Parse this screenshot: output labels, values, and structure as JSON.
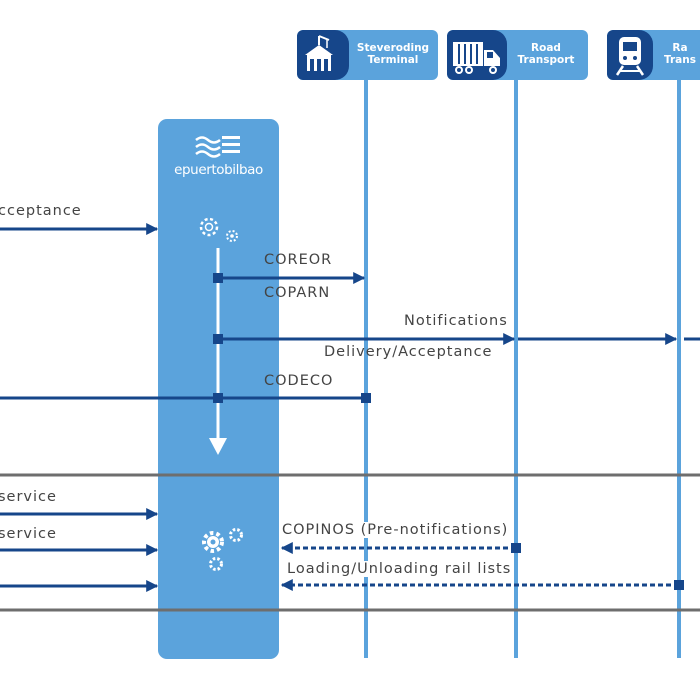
{
  "participants": [
    {
      "name": "Steveroding Terminal",
      "line1": "Steveroding",
      "line2": "Terminal",
      "icon": "terminal-building-icon"
    },
    {
      "name": "Road Transport",
      "line1": "Road",
      "line2": "Transport",
      "icon": "truck-icon"
    },
    {
      "name": "Rail Transport",
      "line1": "Ra",
      "line2": "Trans",
      "icon": "train-icon"
    }
  ],
  "hub": {
    "logo_text": "epuertobilbao",
    "logo_icon": "waves-menu-logo-icon",
    "top_process_icon": "gears-outline-icon",
    "bottom_process_icon": "gears-solid-icon"
  },
  "messages": {
    "acceptance": "cceptance",
    "coreor": "COREOR",
    "coparn": "COPARN",
    "notifications": "Notifications",
    "delivery_acceptance": "Delivery/Acceptance",
    "codeco": "CODECO",
    "service1": "service",
    "service2": "service",
    "copinos": "COPINOS (Pre-notifications)",
    "rail_lists": "Loading/Unloading rail lists"
  },
  "colors": {
    "dark_blue": "#16468a",
    "light_blue": "#5ba3dc",
    "separator": "#6e6e6e",
    "label_text": "#444444"
  }
}
